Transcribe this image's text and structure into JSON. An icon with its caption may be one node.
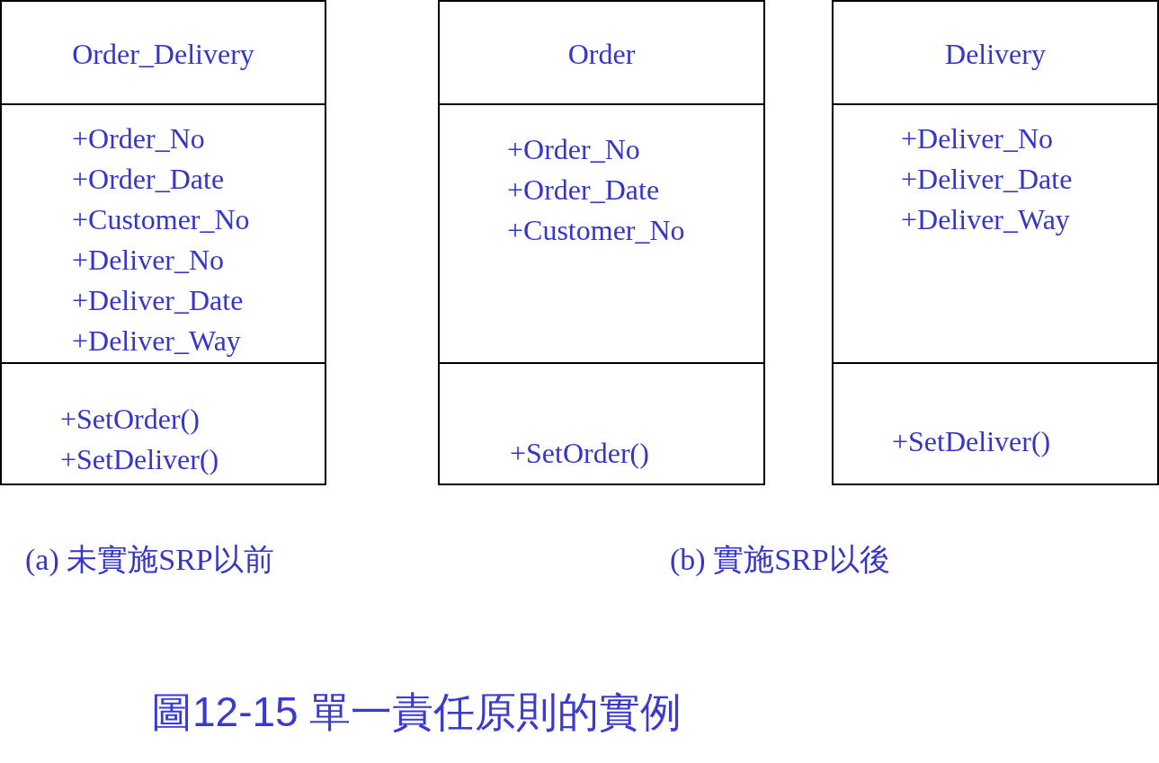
{
  "diagram": {
    "caption": "圖12-15 單一責任原則的實例",
    "nodes": [
      {
        "text": [
          "Order_Delivery"
        ]
      },
      {
        "text": [
          "+Order_No",
          "+Order_Date",
          "+Customer_No",
          "+Deliver_No",
          "+Deliver_Date",
          "+Deliver_Way"
        ],
        "in": 0
      },
      {
        "text": [
          "+SetOrder()",
          "+SetDeliver()"
        ],
        "in": 0
      },
      {
        "text": [
          "Order"
        ]
      },
      {
        "text": [
          "+Order_No",
          "+Order_Date",
          "+Customer_No"
        ],
        "in": 3
      },
      {
        "text": [
          "+SetOrder()"
        ],
        "in": 3
      },
      {
        "text": [
          "Delivery"
        ]
      },
      {
        "text": [
          "+Deliver_No",
          "+Deliver_Date",
          "+Deliver_Way"
        ],
        "in": 6
      },
      {
        "text": [
          "+SetDeliver()"
        ],
        "in": 6
      }
    ],
    "labels": [
      "(a) 未實施SRP以前",
      "(b) 實施SRP以後"
    ]
  }
}
